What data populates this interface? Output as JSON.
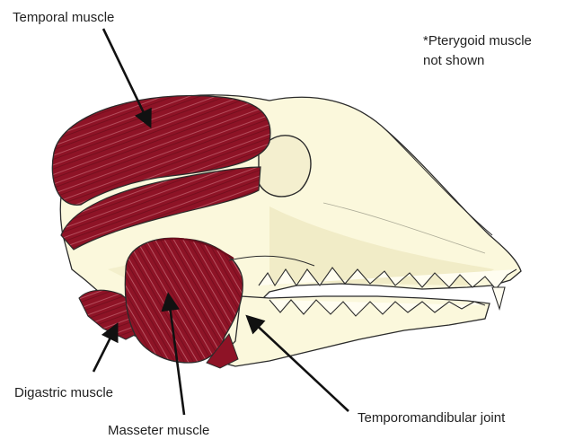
{
  "labels": {
    "temporal": "Temporal muscle",
    "digastric": "Digastric muscle",
    "masseter": "Masseter muscle",
    "tmj": "Temporomandibular joint"
  },
  "note": {
    "line1": "*Pterygoid muscle",
    "line2": "not shown"
  },
  "colors": {
    "muscle": "#8e1326",
    "muscle_dark": "#6d0d1c",
    "muscle_light": "#c86a78",
    "bone": "#fbf8dc",
    "bone_shade": "#efe9c2",
    "outline": "#2b2b2b",
    "arrow": "#111111"
  }
}
